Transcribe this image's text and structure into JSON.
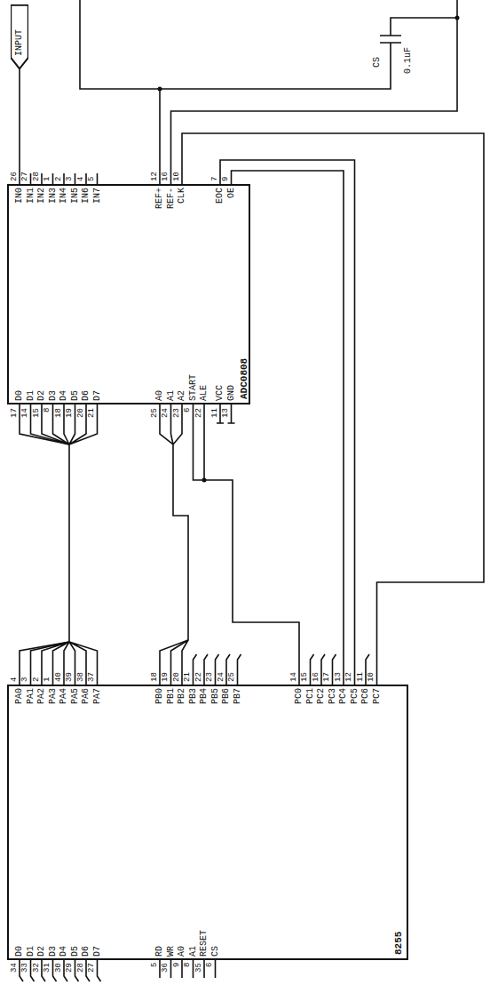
{
  "diagram": {
    "nodes": [
      {
        "text": [
          "INPUT"
        ]
      },
      {
        "text": [
          "ADC0808"
        ]
      },
      {
        "text": [
          "8255"
        ]
      }
    ],
    "edges": [
      {
        "from": 0,
        "to": 1,
        "arrow": "none"
      },
      {
        "from": 1,
        "to": 2,
        "arrow": "none"
      },
      {
        "from": 1,
        "to": 2,
        "arrow": "none"
      },
      {
        "from": 1,
        "to": 2,
        "arrow": "none"
      },
      {
        "from": 1,
        "to": 2,
        "arrow": "none"
      },
      {
        "from": 1,
        "to": 2,
        "arrow": "none"
      }
    ],
    "labels": [
      "IN0",
      "IN1",
      "IN2",
      "IN3",
      "IN4",
      "IN5",
      "IN6",
      "IN7",
      "REF+",
      "REF-",
      "CLK",
      "EOC",
      "OE",
      "26",
      "27",
      "28",
      "1",
      "2",
      "3",
      "4",
      "5",
      "12",
      "16",
      "10",
      "7",
      "9",
      "D0",
      "D1",
      "D2",
      "D3",
      "D4",
      "D5",
      "D6",
      "D7",
      "A0",
      "A1",
      "A2",
      "START",
      "ALE",
      "VCC",
      "GND",
      "17",
      "14",
      "15",
      "8",
      "18",
      "19",
      "20",
      "21",
      "25",
      "24",
      "23",
      "6",
      "22",
      "11",
      "13",
      "PA0",
      "PA1",
      "PA2",
      "PA3",
      "PA4",
      "PA5",
      "PA6",
      "PA7",
      "PB0",
      "PB1",
      "PB2",
      "PB3",
      "PB4",
      "PB5",
      "PB6",
      "PB7",
      "PC0",
      "PC1",
      "PC2",
      "PC3",
      "PC4",
      "PC5",
      "PC6",
      "PC7",
      "4",
      "3",
      "2",
      "1",
      "40",
      "39",
      "38",
      "37",
      "18",
      "19",
      "20",
      "21",
      "22",
      "23",
      "24",
      "25",
      "14",
      "15",
      "16",
      "17",
      "13",
      "12",
      "11",
      "10",
      "D0",
      "D1",
      "D2",
      "D3",
      "D4",
      "D5",
      "D6",
      "D7",
      "RD",
      "WR",
      "A0",
      "A1",
      "RESET",
      "CS",
      "34",
      "33",
      "32",
      "31",
      "30",
      "29",
      "28",
      "27",
      "5",
      "36",
      "9",
      "8",
      "35",
      "6",
      "CS",
      "0.1uF"
    ]
  }
}
